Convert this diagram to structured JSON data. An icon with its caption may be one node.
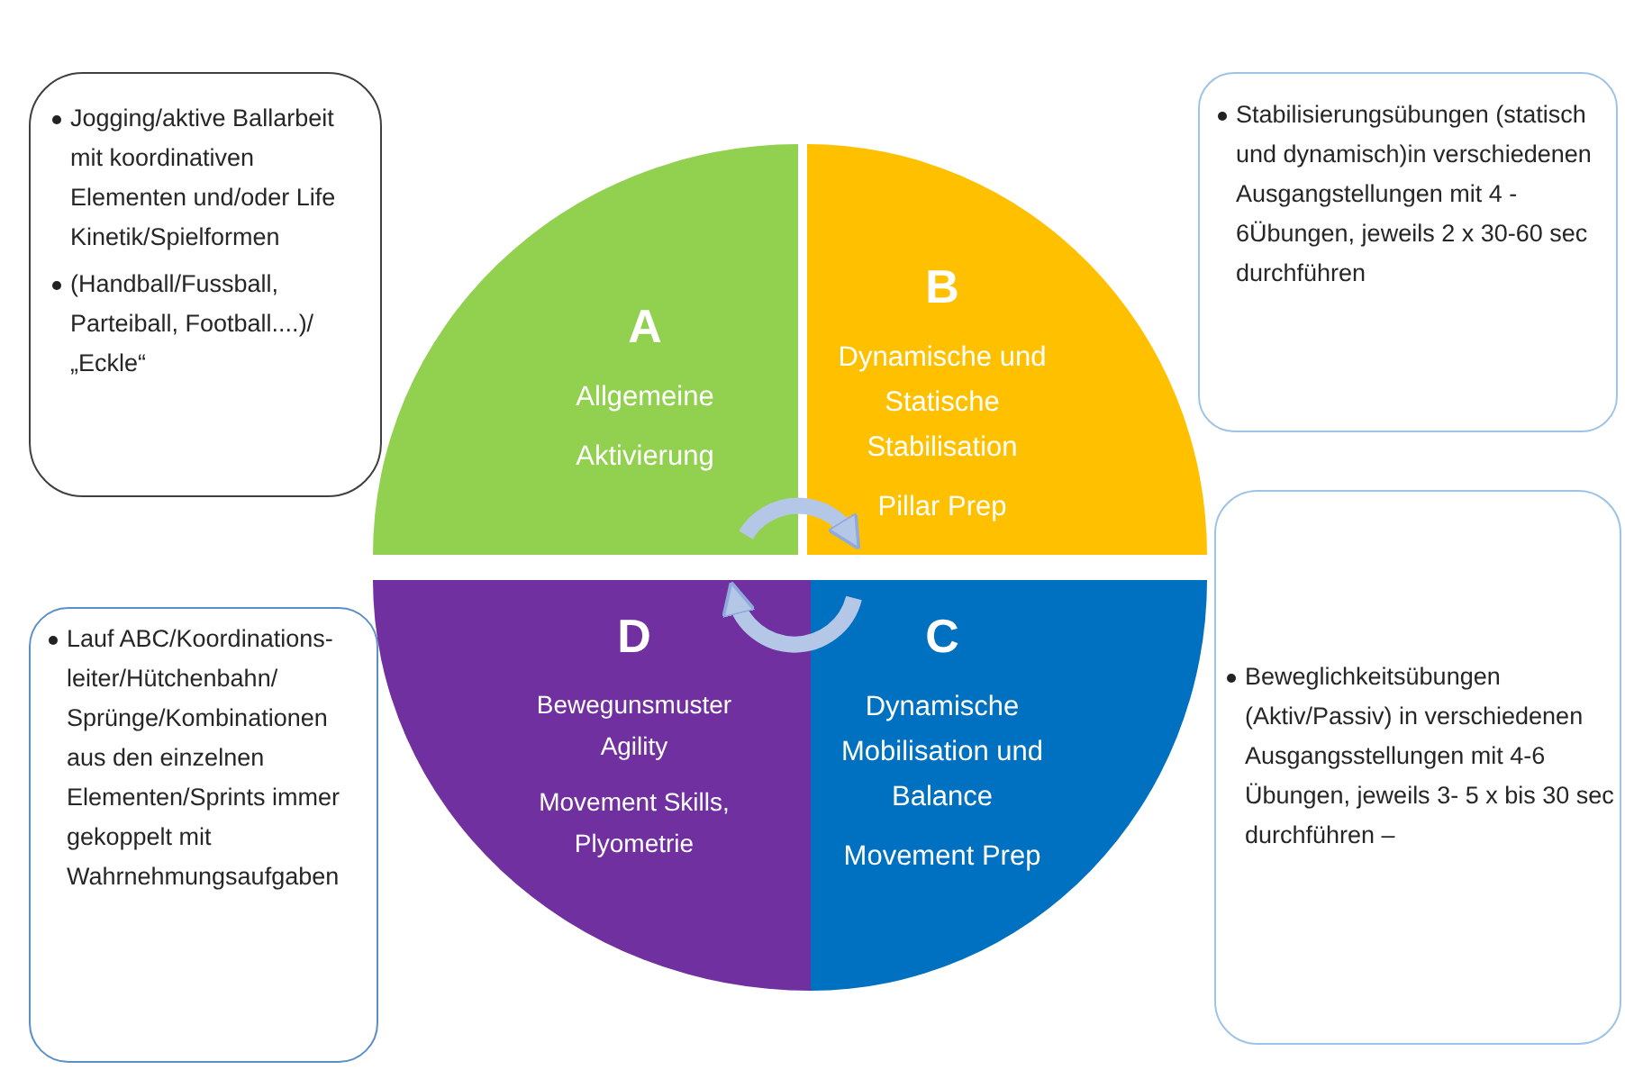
{
  "diagram": {
    "nodes": [
      {
        "text": [
          "Jogging/aktive Ballarbeit mit koordinativen Elementen und/oder Life Kinetik/Spielformen",
          "(Handball/Fussball, Parteiball, Football....)/ „Eckle“"
        ]
      },
      {
        "text": [
          "A",
          "Allgemeine",
          "Aktivierung"
        ]
      },
      {
        "text": [
          "B",
          "Dynamische und Statische Stabilisation",
          "Pillar Prep"
        ]
      },
      {
        "text": [
          "Stabilisierungsübungen (statisch und dynamisch)in verschiedenen Ausgangstellungen mit 4 - 6Übungen, jeweils 2 x 30-60 sec durchführen"
        ]
      },
      {
        "text": [
          "Lauf ABC/Koordinations-leiter/Hütchenbahn/ Sprünge/Kombinationen aus den einzelnen Elementen/Sprints immer gekoppelt mit Wahrnehmungsaufgaben"
        ]
      },
      {
        "text": [
          "D",
          "Bewegunsmuster Agility",
          "Movement Skills, Plyometrie"
        ]
      },
      {
        "text": [
          "C",
          "Dynamische Mobilisation und Balance",
          "Movement Prep"
        ]
      },
      {
        "text": [
          "Beweglichkeitsübungen (Aktiv/Passiv) in verschiedenen Ausgangsstellungen mit 4-6 Übungen, jeweils 3- 5 x bis 30 sec durchführen –"
        ]
      }
    ],
    "edges": [
      {
        "from": 1,
        "to": 2,
        "arrow": "to"
      },
      {
        "from": 6,
        "to": 5,
        "arrow": "to"
      }
    ]
  }
}
